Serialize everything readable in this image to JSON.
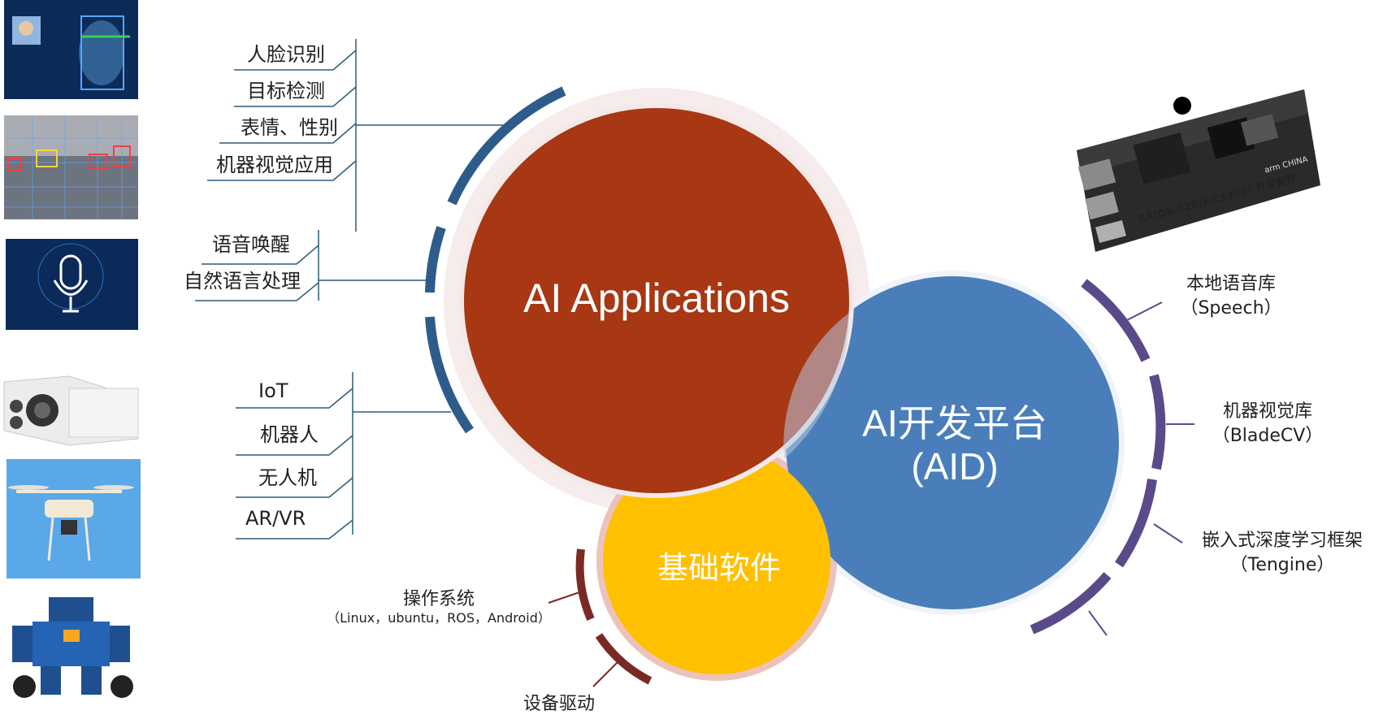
{
  "circles": {
    "applications": {
      "title": "AI Applications",
      "color": "#A83714"
    },
    "platform": {
      "title_line1": "AI开发平台",
      "title_line2": "(AID)",
      "color": "#4A7EBB"
    },
    "base": {
      "title": "基础软件",
      "color": "#FFC000"
    }
  },
  "left_groups": {
    "vision": [
      "人脸识别",
      "目标检测",
      "表情、性别",
      "机器视觉应用"
    ],
    "speech": [
      "语音唤醒",
      "自然语言处理"
    ],
    "iot": [
      "IoT",
      "机器人",
      "无人机",
      "AR/VR"
    ]
  },
  "right_libraries": [
    {
      "name": "本地语音库",
      "sub": "（Speech）"
    },
    {
      "name": "机器视觉库",
      "sub": "（BladeCV）"
    },
    {
      "name": "嵌入式深度学习框架",
      "sub": "（Tengine）"
    }
  ],
  "base_software": {
    "os_label": "操作系统",
    "os_sub": "（Linux，ubuntu，ROS，Android）",
    "driver_label": "设备驱动"
  },
  "board": {
    "caption": "EAIDK-610(RK3399) 开发套件",
    "brand": "arm CHINA"
  },
  "colors": {
    "accent_blue": "#2E5C8A",
    "accent_purple": "#5B4A8A",
    "accent_maroon": "#7A2A24",
    "connector_teal": "#2B5D7A"
  },
  "thumbnails": [
    {
      "name": "face-recognition-image-icon"
    },
    {
      "name": "object-detection-image-icon"
    },
    {
      "name": "microphone-image-icon"
    },
    {
      "name": "security-camera-image-icon"
    },
    {
      "name": "drone-image-icon"
    },
    {
      "name": "robot-image-icon"
    }
  ]
}
